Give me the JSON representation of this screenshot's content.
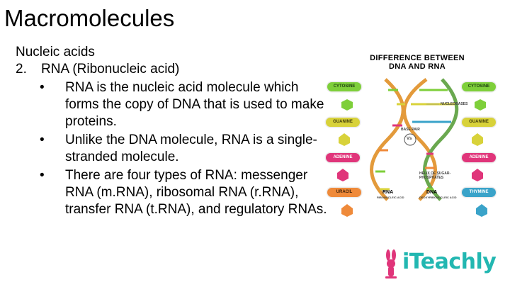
{
  "slide": {
    "title": "Macromolecules",
    "section": "Nucleic acids",
    "item_number": "2.",
    "item_heading": "RNA (Ribonucleic acid)",
    "bullet_char": "•",
    "bullets": [
      "RNA is the nucleic acid molecule which forms the copy of DNA that is used to make proteins.",
      "Unlike the DNA molecule, RNA is a single-stranded molecule.",
      "There are four types of RNA: messenger RNA (m.RNA), ribosomal RNA (r.RNA), transfer RNA (t.RNA), and regulatory RNAs."
    ]
  },
  "figure": {
    "title_line1": "DIFFERENCE BETWEEN",
    "title_line2": "DNA AND RNA",
    "left_bases": [
      "CYTOSINE",
      "GUANINE",
      "ADENINE",
      "URACIL"
    ],
    "right_bases": [
      "CYTOSINE",
      "GUANINE",
      "ADENINE",
      "THYMINE"
    ],
    "labels": {
      "nucleobases": "NUCLEOBASES",
      "base_pair": "BASE PAIR",
      "vs": "Vs",
      "helix": "HELIX OF SUGAR-PHOSPHATES",
      "rna": "RNA",
      "rna_full": "RIBONUCLEIC ACID",
      "dna": "DNA",
      "dna_full": "DEOXYRIBONUCLEIC ACID"
    },
    "colors": {
      "cytosine": "#7ecf3a",
      "guanine": "#d8d23a",
      "adenine": "#e0357a",
      "uracil": "#ef8a3a",
      "thymine": "#3aa3c9",
      "strand_orange": "#e39a3b",
      "strand_green": "#6aa84f"
    }
  },
  "brand": {
    "name": "iTeachly",
    "color": "#22b7b1",
    "accent": "#e0357a"
  }
}
